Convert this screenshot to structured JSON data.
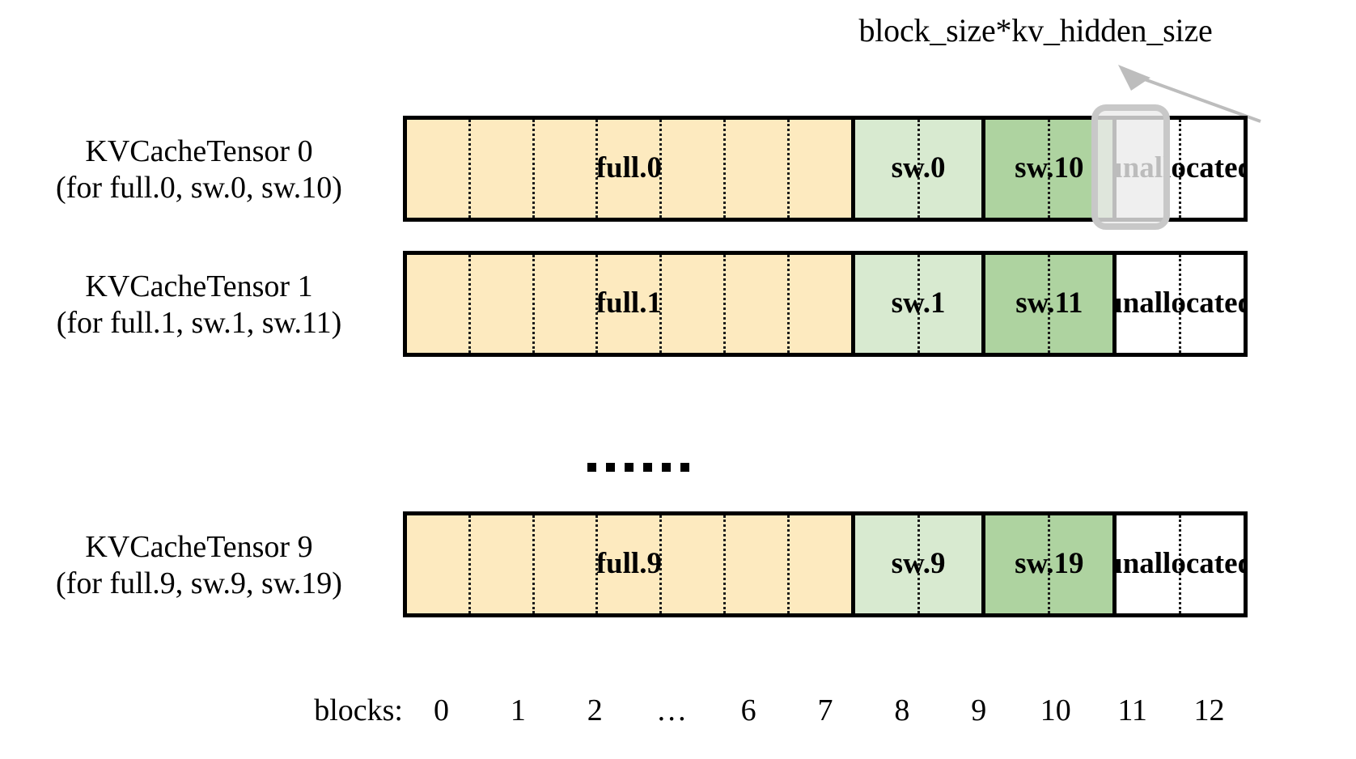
{
  "callout": {
    "label": "block_size*kv_hidden_size",
    "arrow_icon": "arrow-up-left-icon",
    "highlight_icon": "rounded-highlight-box"
  },
  "colors": {
    "full_fill": "#fdeabf",
    "sw_light_fill": "#d8ead0",
    "sw_dark_fill": "#aed3a0",
    "unallocated_fill": "#ffffff",
    "border": "#000000",
    "highlight_border": "#c8c8c8",
    "divider": "#1a1a1a"
  },
  "rows": [
    {
      "title": "KVCacheTensor 0",
      "subtitle": "(for full.0, sw.0, sw.10)",
      "segments": [
        {
          "name": "full",
          "label": "full.0",
          "blocks": 7
        },
        {
          "name": "sw-light",
          "label": "sw.0",
          "blocks": 2
        },
        {
          "name": "sw-dark",
          "label": "sw.10",
          "blocks": 2
        },
        {
          "name": "unallocated",
          "label": "unallocated",
          "blocks": 2
        }
      ]
    },
    {
      "title": "KVCacheTensor 1",
      "subtitle": "(for full.1, sw.1, sw.11)",
      "segments": [
        {
          "name": "full",
          "label": "full.1",
          "blocks": 7
        },
        {
          "name": "sw-light",
          "label": "sw.1",
          "blocks": 2
        },
        {
          "name": "sw-dark",
          "label": "sw.11",
          "blocks": 2
        },
        {
          "name": "unallocated",
          "label": "unallocated",
          "blocks": 2
        }
      ]
    },
    {
      "title": "KVCacheTensor 9",
      "subtitle": "(for full.9, sw.9, sw.19)",
      "segments": [
        {
          "name": "full",
          "label": "full.9",
          "blocks": 7
        },
        {
          "name": "sw-light",
          "label": "sw.9",
          "blocks": 2
        },
        {
          "name": "sw-dark",
          "label": "sw.19",
          "blocks": 2
        },
        {
          "name": "unallocated",
          "label": "unallocated",
          "blocks": 2
        }
      ]
    }
  ],
  "ellipsis": {
    "dots": 6
  },
  "axis": {
    "title": "blocks:",
    "ticks": [
      "0",
      "1",
      "2",
      "…",
      "6",
      "7",
      "8",
      "9",
      "10",
      "11",
      "12"
    ]
  }
}
